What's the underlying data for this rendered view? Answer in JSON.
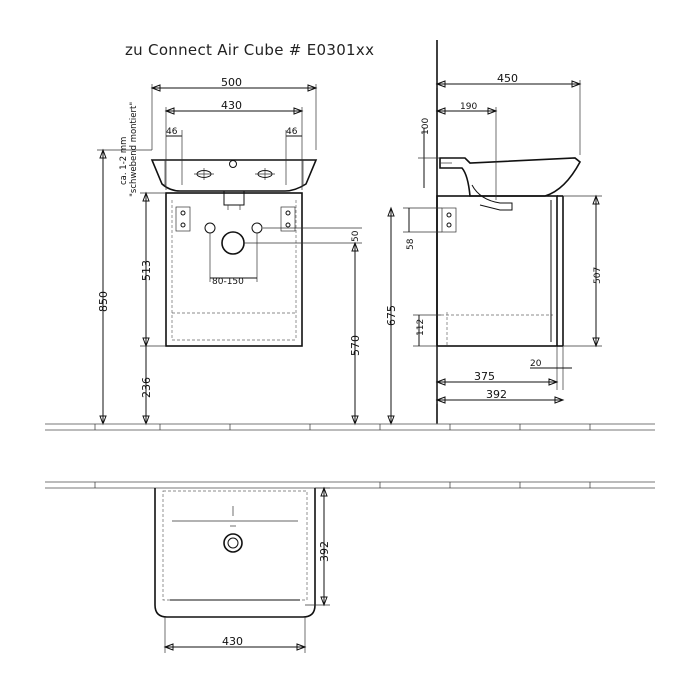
{
  "title": "zu Connect Air Cube # E0301xx",
  "note_line1": "ca. 1-2 mm",
  "note_line2": "\"schwebend montiert\"",
  "front": {
    "width_basin": "500",
    "width_cabinet": "430",
    "edge_left": "46",
    "edge_right": "46",
    "height_total": "850",
    "height_cabinet": "513",
    "height_floor_gap": "236",
    "height_drain": "570",
    "drain_offset": "50",
    "hole_spacing": "80-150"
  },
  "side": {
    "depth_basin": "450",
    "basin_lip": "100",
    "drain_depth": "190",
    "cabinet_offset": "58",
    "mount_height": "675",
    "cabinet_height": "507",
    "drawer_gap": "112",
    "front_thickness": "20",
    "inner_depth": "375",
    "outer_depth": "392"
  },
  "top": {
    "depth": "392",
    "width": "430"
  }
}
